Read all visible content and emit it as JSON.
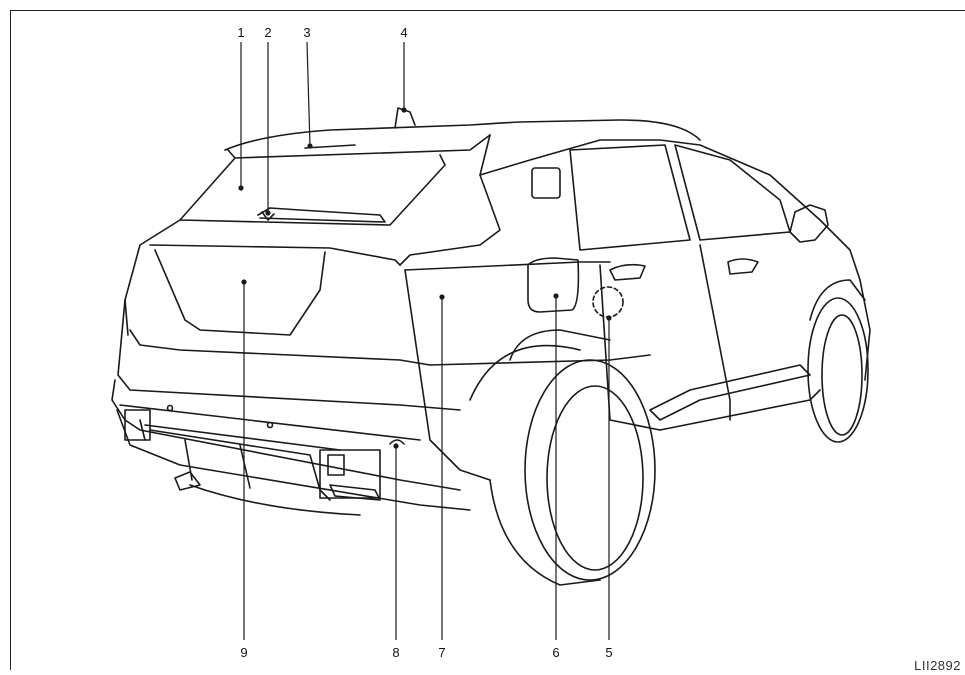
{
  "diagram": {
    "figure_code": "LII2892",
    "callouts": [
      "1",
      "2",
      "3",
      "4",
      "5",
      "6",
      "7",
      "8",
      "9"
    ]
  }
}
